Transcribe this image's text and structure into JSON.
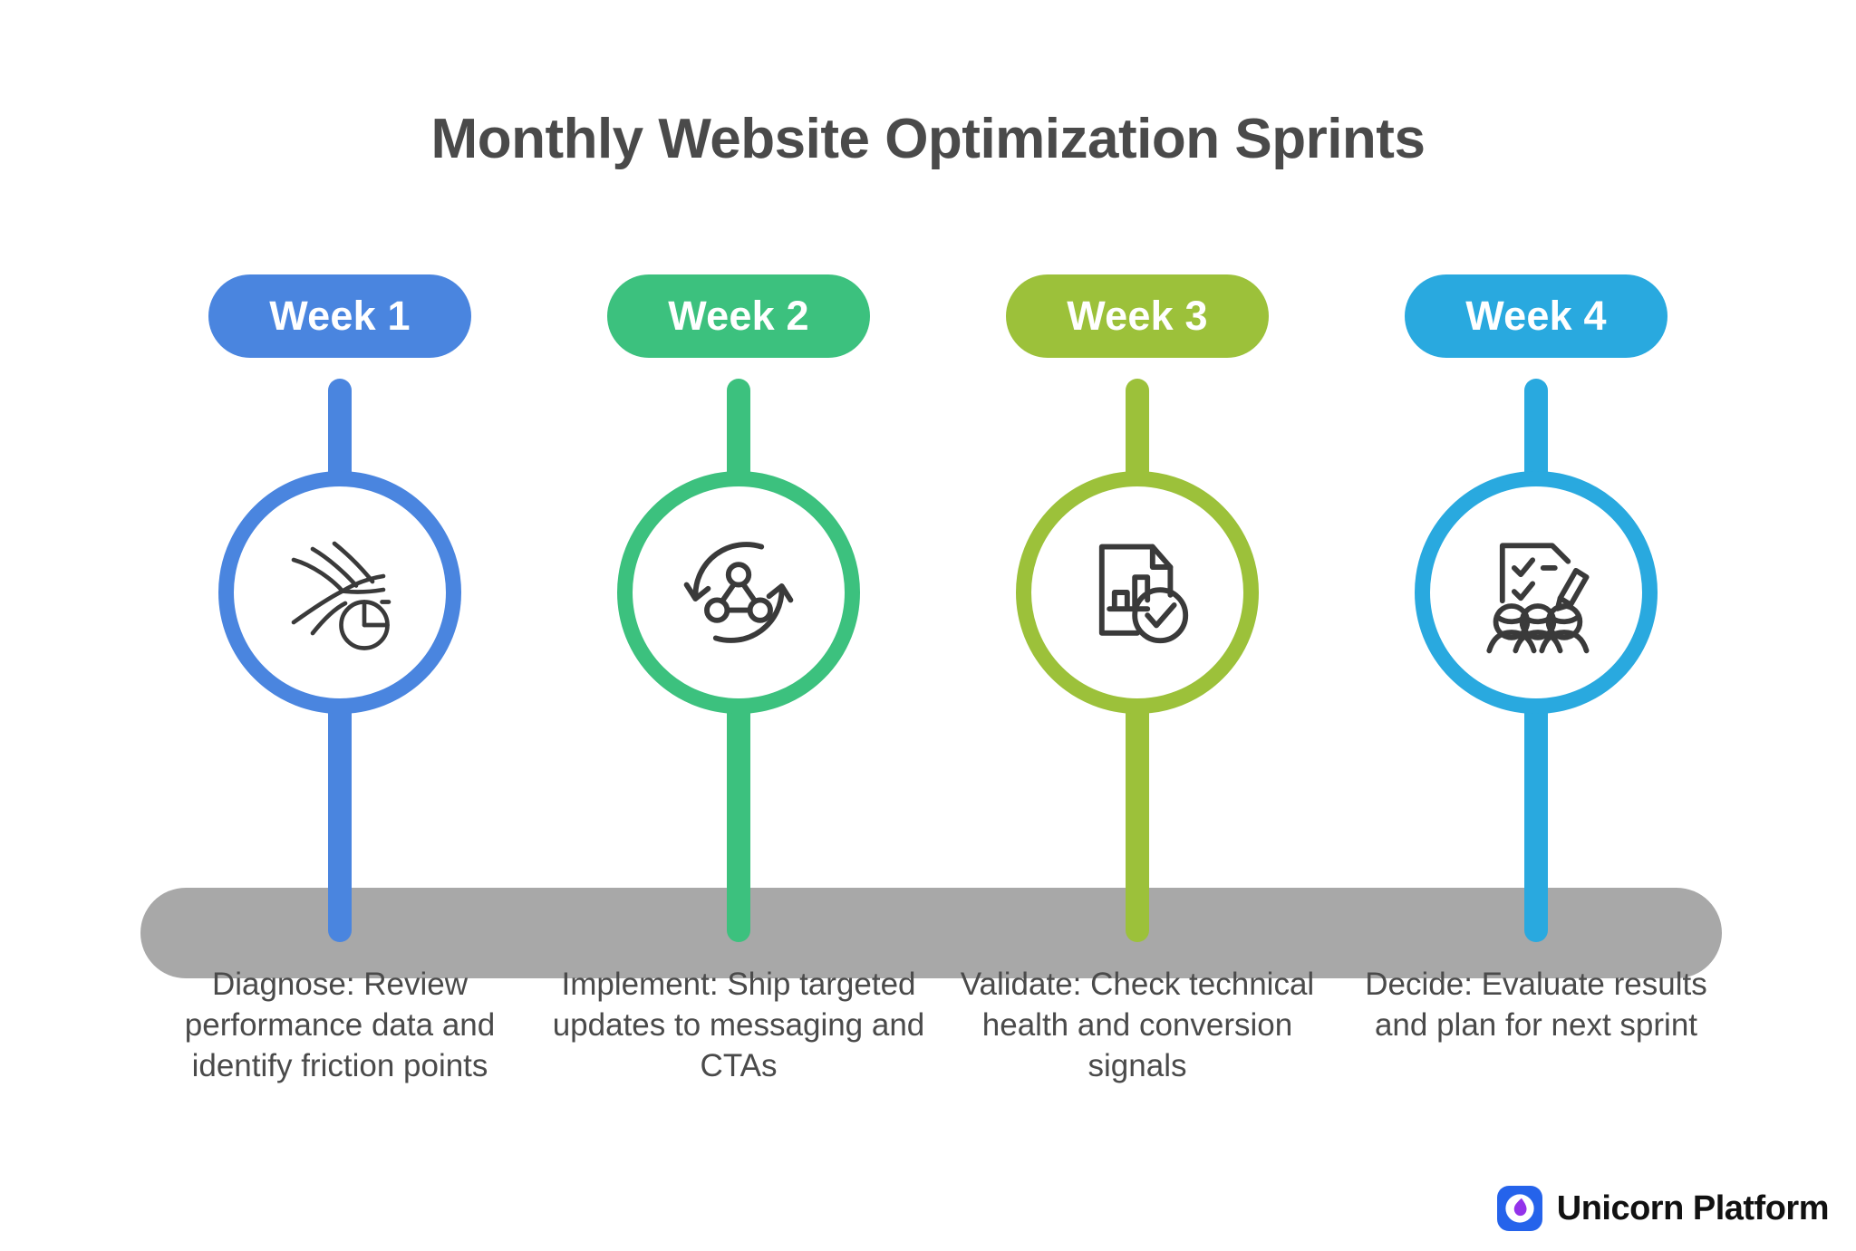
{
  "title": "Monthly Website Optimization Sprints",
  "colors": {
    "title_text": "#4a4a4a",
    "caption_text": "#4a4a4a",
    "track": "#a8a8a8",
    "icon_stroke": "#3a3a3a",
    "background": "#ffffff",
    "brand_mark_bg": "#2563eb",
    "brand_drop": "#9333ea",
    "brand_text": "#111111"
  },
  "steps": [
    {
      "badge": "Week 1",
      "color": "#4a85df",
      "icon": "funnel-analytics-icon",
      "caption": "Diagnose: Review performance data and identify friction points"
    },
    {
      "badge": "Week 2",
      "color": "#3cc17e",
      "icon": "cycle-network-icon",
      "caption": "Implement: Ship targeted updates to messaging and CTAs"
    },
    {
      "badge": "Week 3",
      "color": "#9cc13a",
      "icon": "report-check-icon",
      "caption": "Validate: Check technical health and conversion signals"
    },
    {
      "badge": "Week 4",
      "color": "#29a9df",
      "icon": "checklist-team-icon",
      "caption": "Decide: Evaluate results and plan for next sprint"
    }
  ],
  "brand": {
    "name": "Unicorn Platform",
    "mark": "unicorn-drop-logo-icon"
  }
}
